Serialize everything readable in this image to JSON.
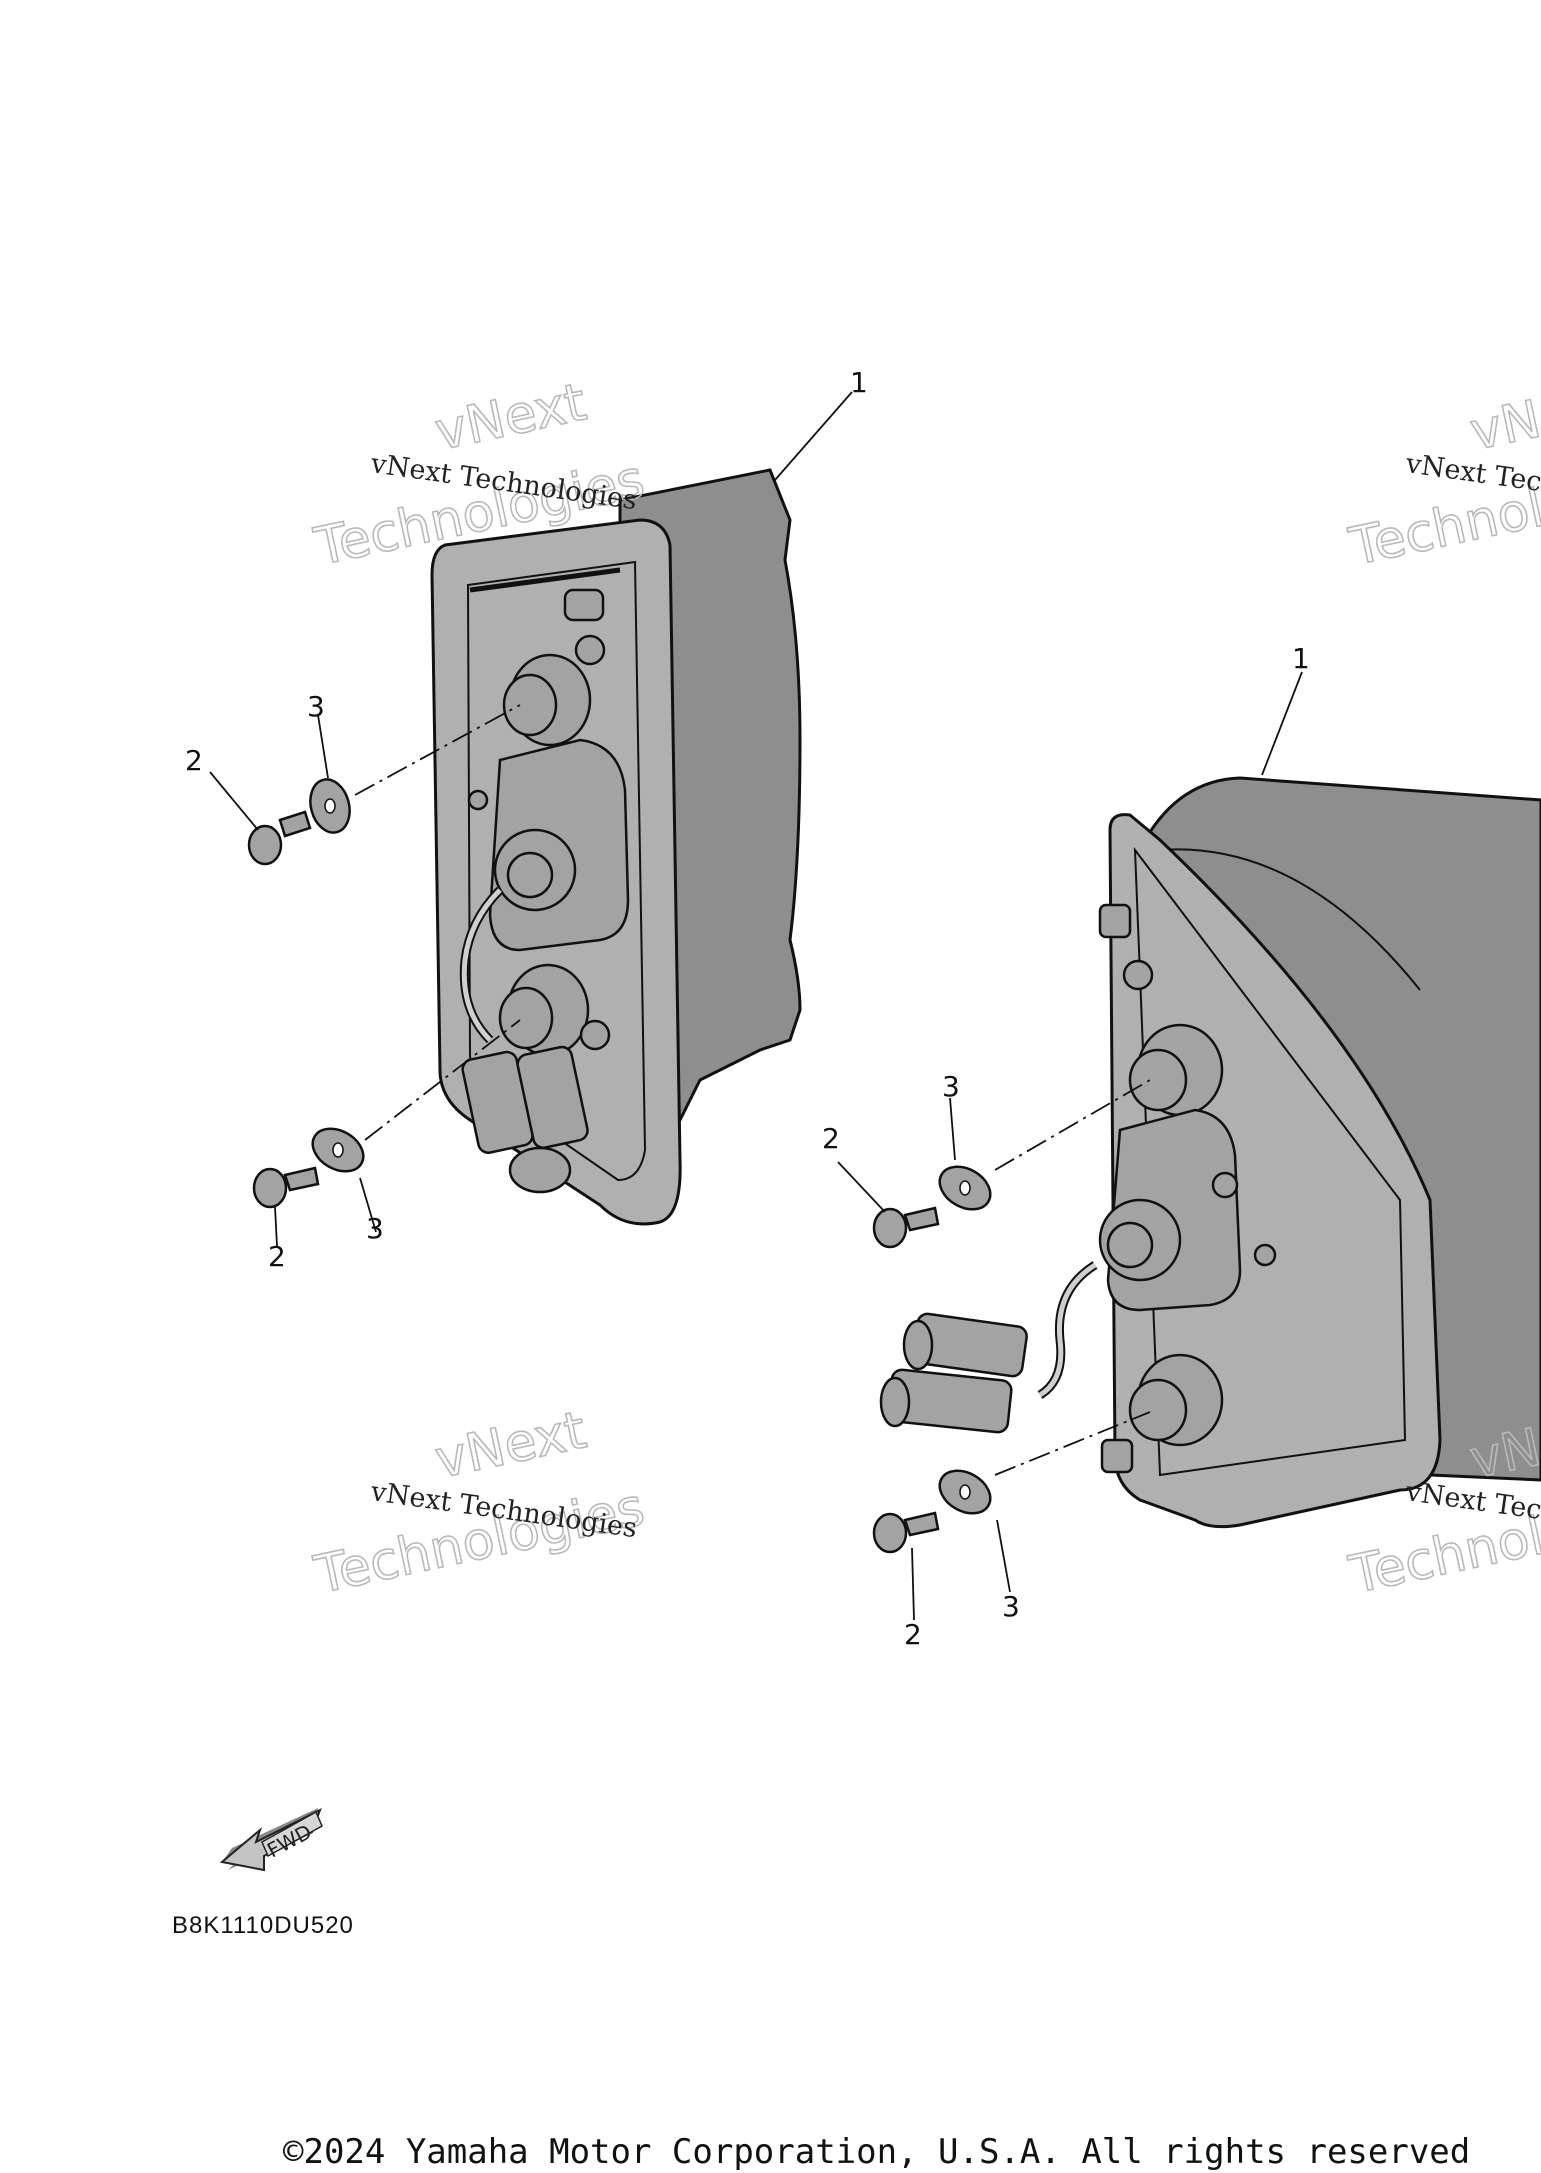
{
  "callouts": {
    "part_1": "1",
    "part_2": "2",
    "part_3": "3"
  },
  "watermark": {
    "line": "vNext Technologies",
    "big_top": "vNext",
    "big_bottom": "Technologies"
  },
  "fwd_label": "FWD",
  "diagram_code": "B8K1110DU520",
  "copyright": "©2024 Yamaha Motor Corporation, U.S.A. All rights reserved",
  "colors": {
    "part_shading": "#a8a8a8",
    "watermark_outline": "#b9b9b9"
  }
}
